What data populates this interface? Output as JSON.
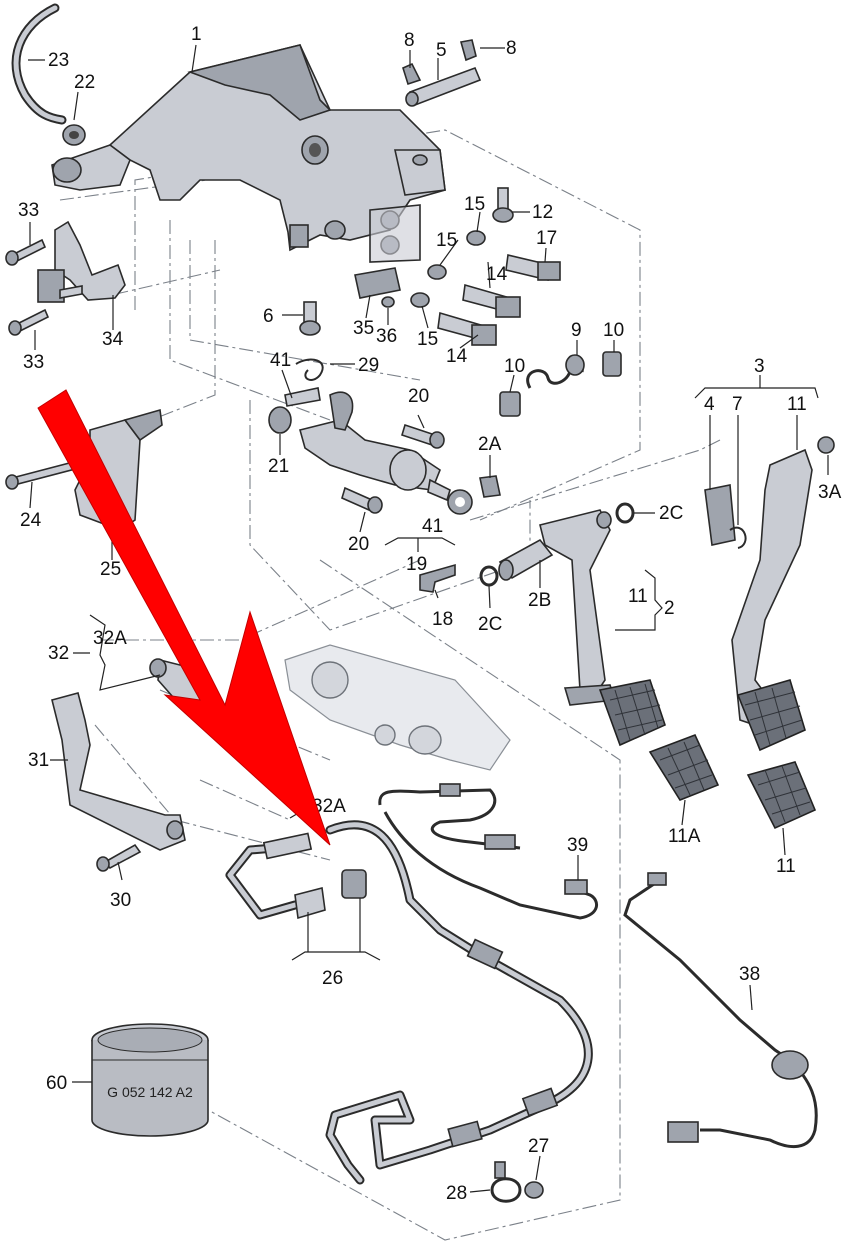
{
  "labels": {
    "l1": "1",
    "l23": "23",
    "l22": "22",
    "l8a": "8",
    "l5": "5",
    "l8b": "8",
    "l12": "12",
    "l15a": "15",
    "l17": "17",
    "l15b": "15",
    "l14a": "14",
    "l33a": "33",
    "l34": "34",
    "l33b": "33",
    "l6": "6",
    "l35": "35",
    "l36": "36",
    "l15c": "15",
    "l14b": "14",
    "l9": "9",
    "l10a": "10",
    "l41a": "41",
    "l29": "29",
    "l10b": "10",
    "l3": "3",
    "l4": "4",
    "l7": "7",
    "l11a": "11",
    "l3A": "3A",
    "l20a": "20",
    "l2A": "2A",
    "l21": "21",
    "l24": "24",
    "l25": "25",
    "l2C_a": "2C",
    "l20b": "20",
    "l41b": "41",
    "l19": "19",
    "l18": "18",
    "l2C_b": "2C",
    "l2B": "2B",
    "l11b": "11",
    "l2": "2",
    "l32": "32",
    "l32A_a": "32A",
    "l31": "31",
    "l32A_b": "32A",
    "l11A": "11A",
    "l11c": "11",
    "l30": "30",
    "l39": "39",
    "l26": "26",
    "l38": "38",
    "l60": "60",
    "l27": "27",
    "l28": "28"
  },
  "can_marking": "G 052 142 A2",
  "colors": {
    "arrow": "#ff0000",
    "part_fill": "#c9ccd3",
    "outline": "#2b2b2b",
    "pad": "#6b7079"
  }
}
